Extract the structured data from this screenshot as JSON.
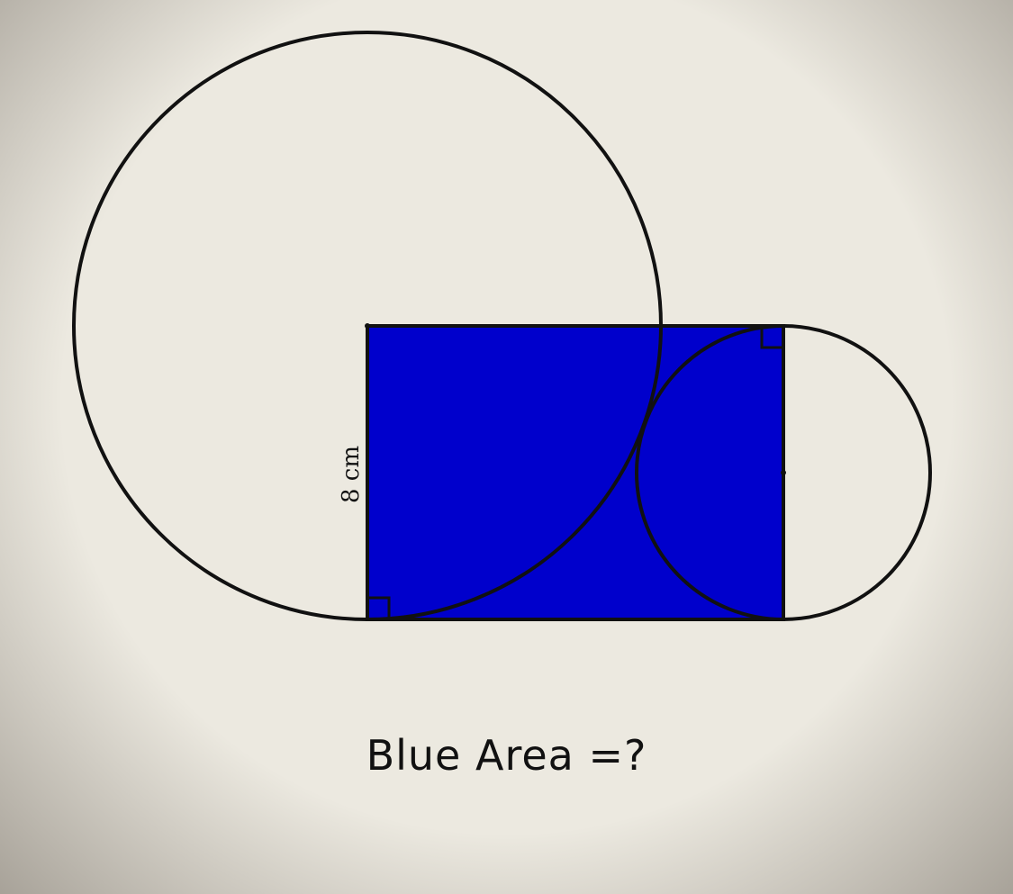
{
  "colors": {
    "background": "#ece9e0",
    "blue_fill": "#0000cc",
    "stroke": "#111111"
  },
  "diagram": {
    "side_label": "8 cm",
    "question": "Blue Area =?",
    "shapes": [
      "large-circle",
      "blue-rectangle",
      "small-circle",
      "right-semicircle",
      "right-angle-marker-top-right",
      "right-angle-marker-bottom-left"
    ]
  }
}
